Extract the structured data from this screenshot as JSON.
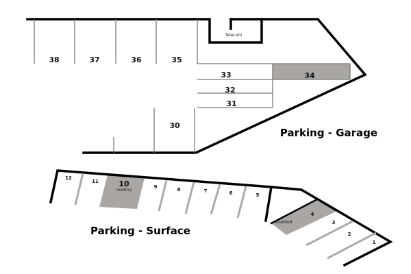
{
  "garage": {
    "title": "Parking - Garage",
    "room_label": "Telecom",
    "spaces": {
      "s30": "30",
      "s31": "31",
      "s32": "32",
      "s33": "33",
      "s34": "34",
      "s35": "35",
      "s36": "36",
      "s37": "37",
      "s38": "38"
    },
    "reserved_color": "#a9a6a4"
  },
  "surface": {
    "title": "Parking - Surface",
    "spaces": {
      "s1": "1",
      "s2": "2",
      "s3": "3",
      "s4": "4",
      "s5": "5",
      "s6": "6",
      "s7": "7",
      "s8": "8",
      "s9": "9",
      "s10": "10",
      "s11": "11",
      "s12": "12"
    },
    "s4_note": "disabled",
    "s10_note": "loading"
  }
}
